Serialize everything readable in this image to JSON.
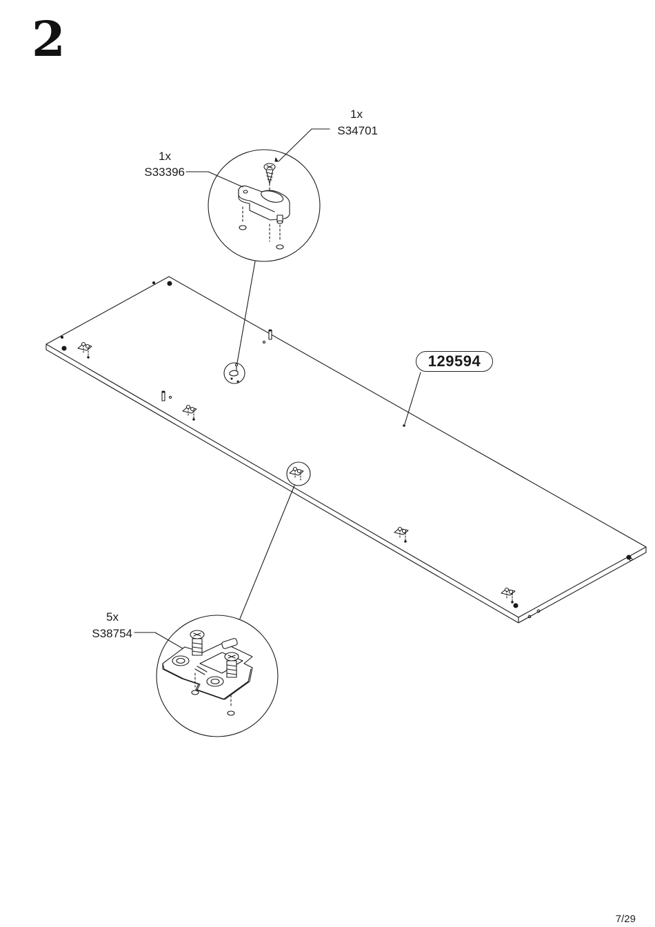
{
  "step": {
    "number": "2"
  },
  "panel": {
    "part_number": "129594"
  },
  "callouts": {
    "screw": {
      "quantity": "1x",
      "code": "S34701"
    },
    "bracket": {
      "quantity": "1x",
      "code": "S33396"
    },
    "hinge_plate": {
      "quantity": "5x",
      "code": "S38754"
    }
  },
  "footer": {
    "page": "7/29"
  }
}
